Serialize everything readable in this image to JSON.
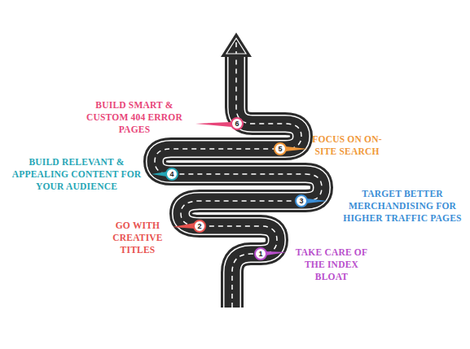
{
  "diagram": {
    "nodes": [
      {
        "text": [
          "1"
        ]
      },
      {
        "text": [
          "2"
        ]
      },
      {
        "text": [
          "3"
        ]
      },
      {
        "text": [
          "4"
        ]
      },
      {
        "text": [
          "5"
        ]
      },
      {
        "text": [
          "6"
        ]
      }
    ],
    "labels": [
      "TAKE CARE OF THE INDEX BLOAT",
      "GO WITH CREATIVE TITLES",
      "TARGET BETTER MERCHANDISING FOR HIGHER TRAFFIC PAGES",
      "BUILD RELEVANT & APPEALING CONTENT FOR YOUR AUDIENCE",
      "FOCUS ON ON-SITE SEARCH",
      "BUILD SMART & CUSTOM 404 ERROR PAGES"
    ]
  }
}
